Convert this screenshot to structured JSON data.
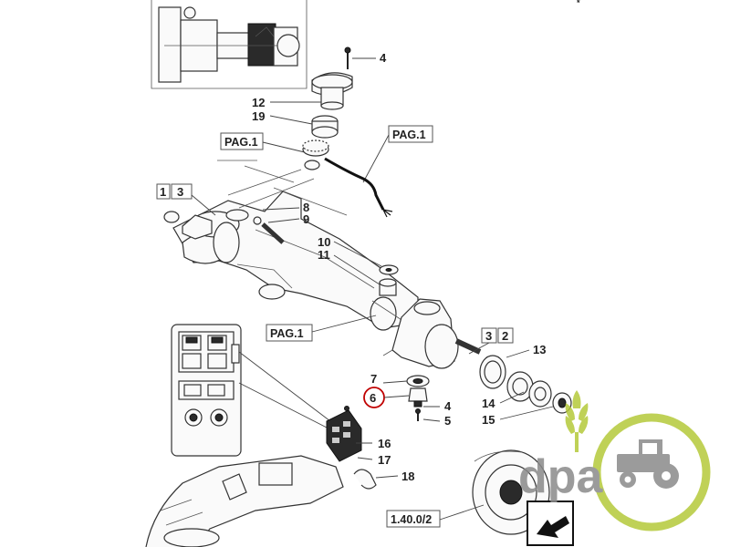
{
  "diagram": {
    "callouts": {
      "c4a": "4",
      "c12": "12",
      "c19": "19",
      "c1": "1",
      "c3a": "3",
      "c8": "8",
      "c9": "9",
      "c10": "10",
      "c11": "11",
      "c3b": "3",
      "c2": "2",
      "c13": "13",
      "c7": "7",
      "c6": "6",
      "c4b": "4",
      "c5": "5",
      "c14": "14",
      "c15": "15",
      "c16": "16",
      "c17": "17",
      "c18": "18"
    },
    "references": {
      "pag_top_left": "PAG.1",
      "pag_top_right": "PAG.1",
      "pag_mid": "PAG.1",
      "ref_bottom": "1.40.0/2"
    },
    "highlight_color": "#c00000"
  },
  "watermark": {
    "text": "dpa",
    "green": "#b5c93a",
    "gray": "#8a8a8a"
  }
}
